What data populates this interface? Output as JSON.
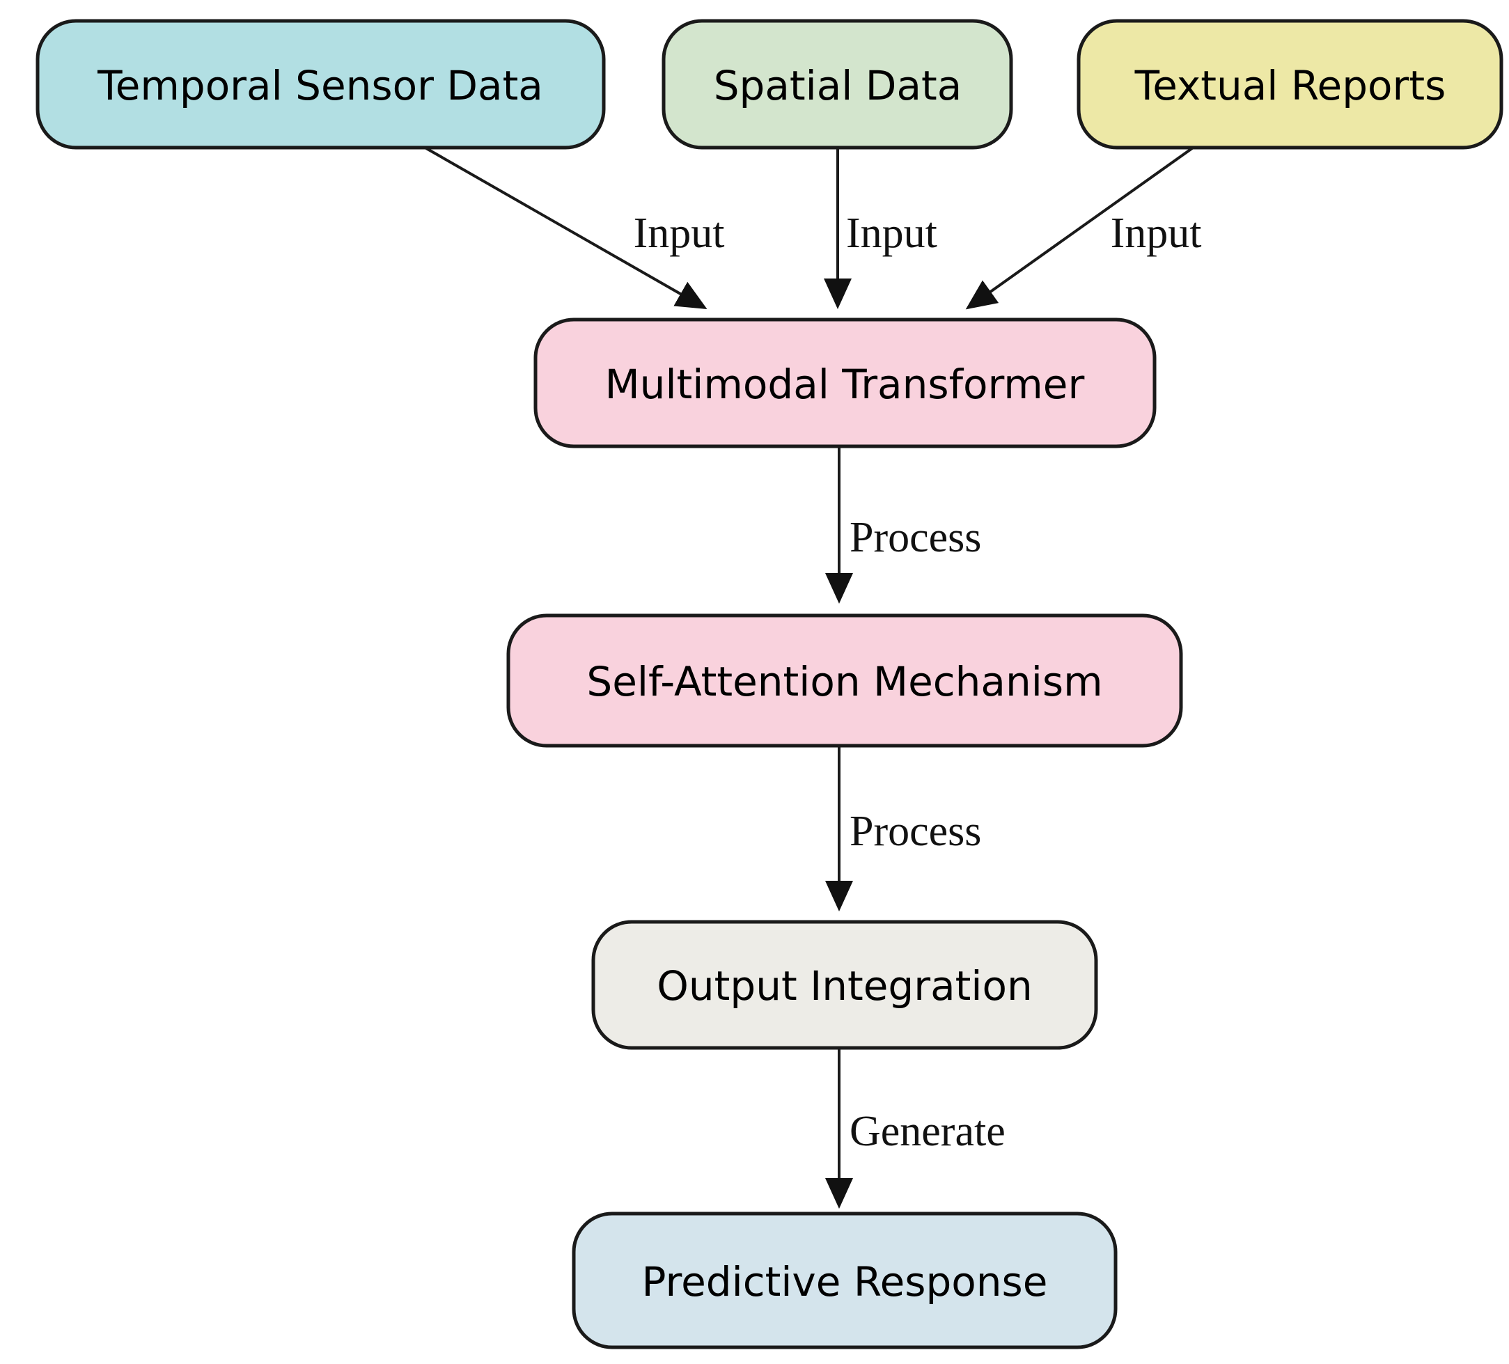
{
  "colors": {
    "background": "#ffffff",
    "border": "#1a1a1a",
    "text": "#000000",
    "temporal_sensor_data_fill": "#b2dfe3",
    "spatial_data_fill": "#d3e5cd",
    "textual_reports_fill": "#ede8a6",
    "multimodal_transformer_fill": "#f9d2dd",
    "self_attention_fill": "#f9d2dd",
    "output_integration_fill": "#edece7",
    "predictive_response_fill": "#d4e4ec"
  },
  "nodes": [
    {
      "id": "temporal-sensor-data",
      "label": "Temporal Sensor Data"
    },
    {
      "id": "spatial-data",
      "label": "Spatial Data"
    },
    {
      "id": "textual-reports",
      "label": "Textual Reports"
    },
    {
      "id": "multimodal-transformer",
      "label": "Multimodal Transformer"
    },
    {
      "id": "self-attention-mechanism",
      "label": "Self-Attention Mechanism"
    },
    {
      "id": "output-integration",
      "label": "Output Integration"
    },
    {
      "id": "predictive-response",
      "label": "Predictive Response"
    }
  ],
  "edges": [
    {
      "from": "temporal-sensor-data",
      "to": "multimodal-transformer",
      "label": "Input"
    },
    {
      "from": "spatial-data",
      "to": "multimodal-transformer",
      "label": "Input"
    },
    {
      "from": "textual-reports",
      "to": "multimodal-transformer",
      "label": "Input"
    },
    {
      "from": "multimodal-transformer",
      "to": "self-attention-mechanism",
      "label": "Process"
    },
    {
      "from": "self-attention-mechanism",
      "to": "output-integration",
      "label": "Process"
    },
    {
      "from": "output-integration",
      "to": "predictive-response",
      "label": "Generate"
    }
  ]
}
